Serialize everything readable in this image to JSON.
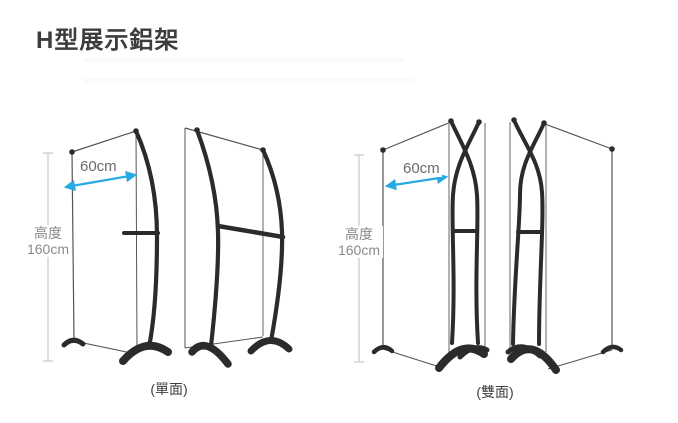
{
  "title": "H型展示鋁架",
  "figures": [
    {
      "caption": "(單面)",
      "width_label": "60cm",
      "height_label": "高度",
      "height_value": "160cm"
    },
    {
      "caption": "(雙面)",
      "width_label": "60cm",
      "height_label": "高度",
      "height_value": "160cm"
    }
  ],
  "colors": {
    "arrow_blue": "#29A9E2",
    "frame_dark": "#2b2b2b",
    "thin_line": "#555555",
    "dimension_line": "#c8c8c8",
    "dim_text": "#8a8a8a",
    "caption_text": "#3f3f3f",
    "title_text": "#3d3d3d"
  }
}
